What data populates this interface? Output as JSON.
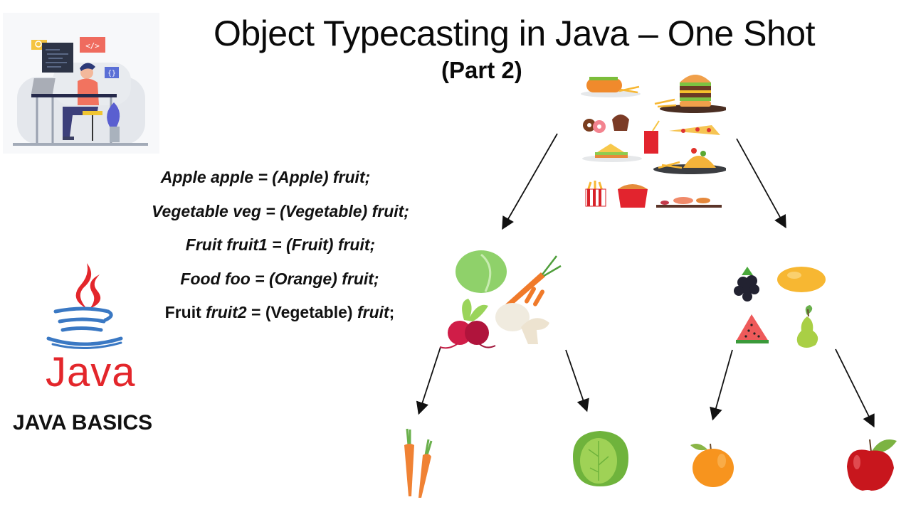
{
  "slide": {
    "title": "Object Typecasting in Java – One Shot",
    "subtitle": "(Part 2)",
    "badge": "JAVA BASICS",
    "logo_text": "Java"
  },
  "code_lines": [
    {
      "text": "Apple apple = (Apple) fruit;"
    },
    {
      "text": "Vegetable veg = (Vegetable) fruit;"
    },
    {
      "text": "Fruit fruit1 = (Fruit) fruit;"
    },
    {
      "text": "Food foo = (Orange) fruit;"
    },
    {
      "prefix": "Fruit ",
      "var": "fruit2",
      "middle": " = (Vegetable) ",
      "ref": "fruit",
      "suffix": ";"
    }
  ],
  "hierarchy": {
    "root": {
      "name": "food",
      "icon": "fast-food-collage-icon"
    },
    "level1": [
      {
        "name": "vegetable",
        "icon": "vegetables-collage-icon"
      },
      {
        "name": "fruit",
        "icon": "fruits-collage-icon"
      }
    ],
    "level2": [
      {
        "name": "carrot",
        "icon": "carrot-icon",
        "parent": "vegetable"
      },
      {
        "name": "cabbage",
        "icon": "cabbage-icon",
        "parent": "vegetable"
      },
      {
        "name": "orange",
        "icon": "orange-icon",
        "parent": "fruit"
      },
      {
        "name": "apple",
        "icon": "apple-icon",
        "parent": "fruit"
      }
    ]
  },
  "colors": {
    "java_red": "#e3262b",
    "java_blue": "#3a78c3",
    "arrow": "#111111"
  }
}
